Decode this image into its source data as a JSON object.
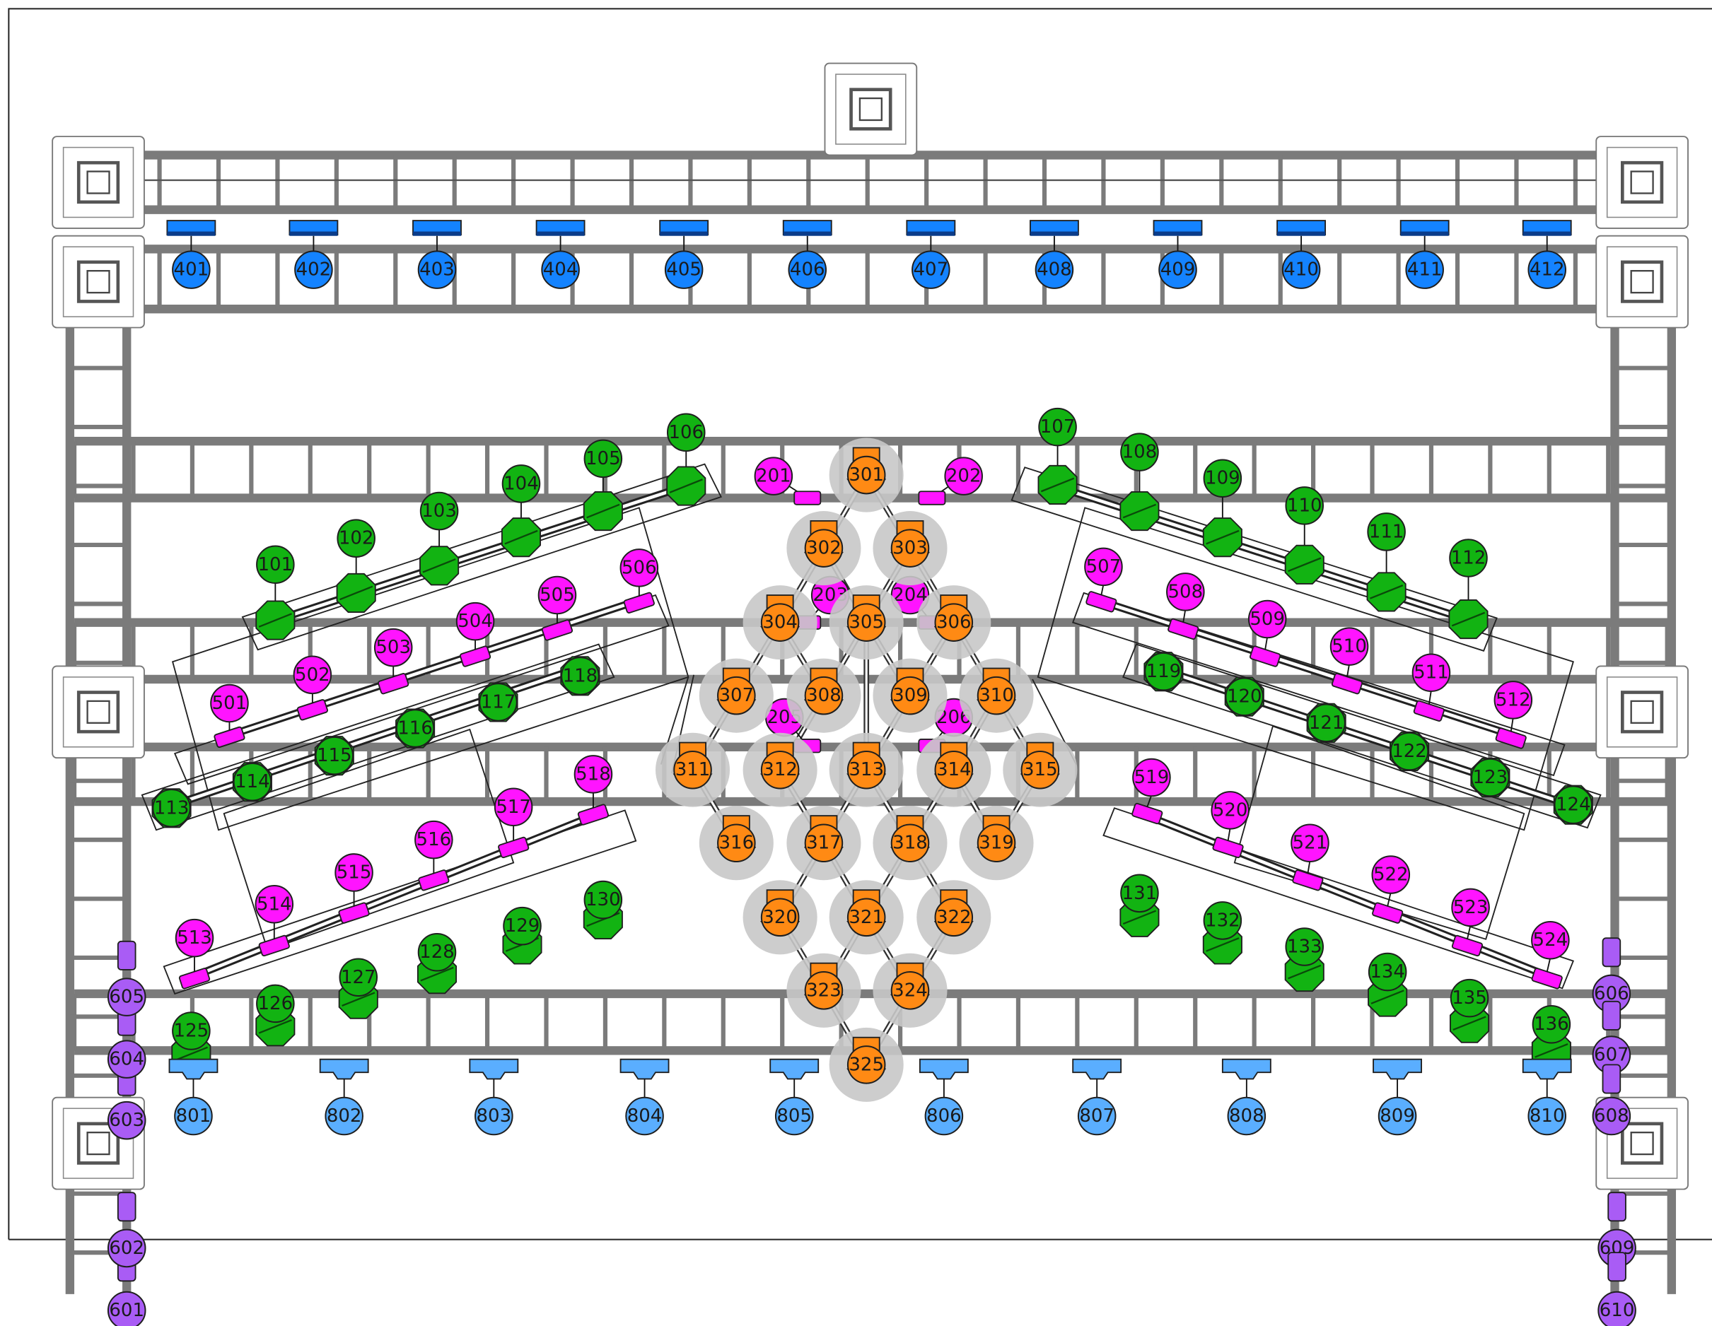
{
  "colors": {
    "truss": "#7b7b7b",
    "group_100": "#12b312",
    "group_200": "#ff14ff",
    "group_300": "#ff8a14",
    "group_400": "#1483ff",
    "group_500": "#ff14ff",
    "group_600": "#a95cf5",
    "group_800": "#5aaeff",
    "halo": "#c8c8c8",
    "outline": "#1f1f1f"
  },
  "fixtures": {
    "group_100": [
      "101",
      "102",
      "103",
      "104",
      "105",
      "106",
      "107",
      "108",
      "109",
      "110",
      "111",
      "112",
      "113",
      "114",
      "115",
      "116",
      "117",
      "118",
      "119",
      "120",
      "121",
      "122",
      "123",
      "124",
      "125",
      "126",
      "127",
      "128",
      "129",
      "130",
      "131",
      "132",
      "133",
      "134",
      "135",
      "136"
    ],
    "group_200": [
      "201",
      "202",
      "203",
      "204",
      "205",
      "206"
    ],
    "group_300": [
      "301",
      "302",
      "303",
      "304",
      "305",
      "306",
      "307",
      "308",
      "309",
      "310",
      "311",
      "312",
      "313",
      "314",
      "315",
      "316",
      "317",
      "318",
      "319",
      "320",
      "321",
      "322",
      "323",
      "324",
      "325"
    ],
    "group_400": [
      "401",
      "402",
      "403",
      "404",
      "405",
      "406",
      "407",
      "408",
      "409",
      "410",
      "411",
      "412"
    ],
    "group_500": [
      "501",
      "502",
      "503",
      "504",
      "505",
      "506",
      "507",
      "508",
      "509",
      "510",
      "511",
      "512",
      "513",
      "514",
      "515",
      "516",
      "517",
      "518",
      "519",
      "520",
      "521",
      "522",
      "523",
      "524"
    ],
    "group_600": [
      "601",
      "602",
      "603",
      "604",
      "605",
      "606",
      "607",
      "608",
      "609",
      "610"
    ],
    "group_800": [
      "801",
      "802",
      "803",
      "804",
      "805",
      "806",
      "807",
      "808",
      "809",
      "810"
    ]
  },
  "icons": {
    "group_100": "moving-head-wash-icon",
    "group_200": "strobe-bar-icon",
    "group_300": "moving-head-spot-icon",
    "group_400": "led-batten-icon",
    "group_500": "pixel-bar-icon",
    "group_600": "floor-uplight-icon",
    "group_800": "footlight-icon",
    "truss_block": "truss-corner-block-icon"
  }
}
